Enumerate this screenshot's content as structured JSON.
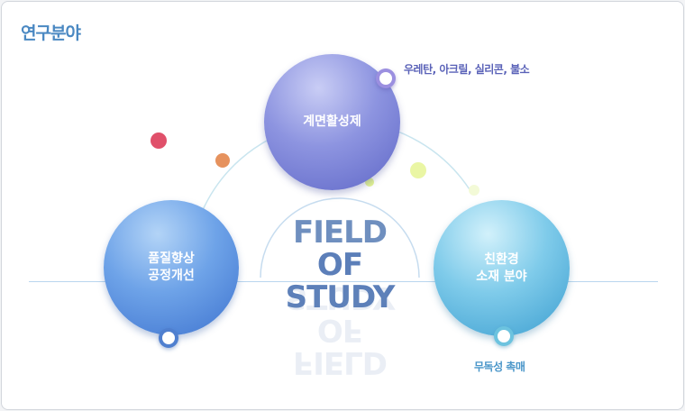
{
  "title": "연구분야",
  "center": {
    "line1": "FIELD",
    "line2": "OF STUDY"
  },
  "nodes": {
    "top": {
      "label": "계면활성제",
      "annotation": "우레탄, 아크릴, 실리콘, 불소"
    },
    "left": {
      "line1": "품질향상",
      "line2": "공정개선"
    },
    "right": {
      "line1": "친환경",
      "line2": "소재 분야",
      "annotation": "무독성 촉매"
    }
  },
  "colors": {
    "title": "#4a88c2",
    "top_node": "#7077d2",
    "left_node": "#5a8fe0",
    "right_node": "#5fb8e0"
  }
}
